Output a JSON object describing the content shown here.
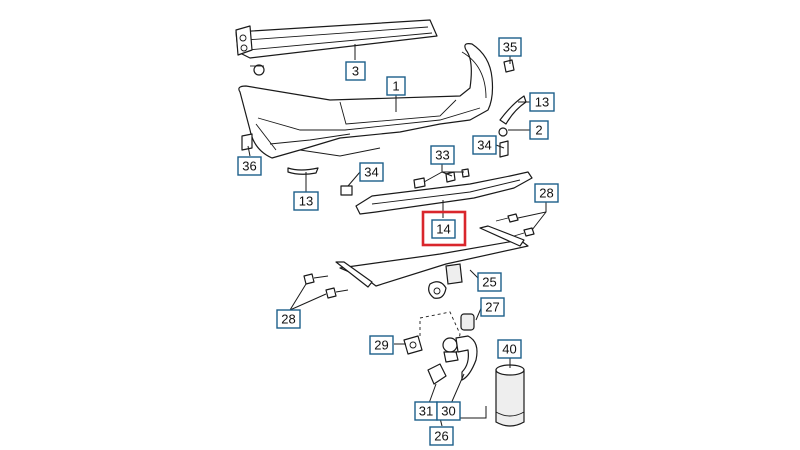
{
  "callouts": [
    {
      "id": "3",
      "label": "3"
    },
    {
      "id": "35",
      "label": "35"
    },
    {
      "id": "1",
      "label": "1"
    },
    {
      "id": "13a",
      "label": "13"
    },
    {
      "id": "2",
      "label": "2"
    },
    {
      "id": "34a",
      "label": "34"
    },
    {
      "id": "36",
      "label": "36"
    },
    {
      "id": "33",
      "label": "33"
    },
    {
      "id": "34b",
      "label": "34"
    },
    {
      "id": "13b",
      "label": "13"
    },
    {
      "id": "28a",
      "label": "28"
    },
    {
      "id": "14",
      "label": "14"
    },
    {
      "id": "25",
      "label": "25"
    },
    {
      "id": "28b",
      "label": "28"
    },
    {
      "id": "27",
      "label": "27"
    },
    {
      "id": "29",
      "label": "29"
    },
    {
      "id": "40",
      "label": "40"
    },
    {
      "id": "31",
      "label": "31"
    },
    {
      "id": "30",
      "label": "30"
    },
    {
      "id": "26",
      "label": "26"
    }
  ],
  "highlighted_part": "14",
  "colors": {
    "callout_border": "#1d5f8a",
    "highlight": "#d9262c",
    "line": "#1a1a1a"
  }
}
